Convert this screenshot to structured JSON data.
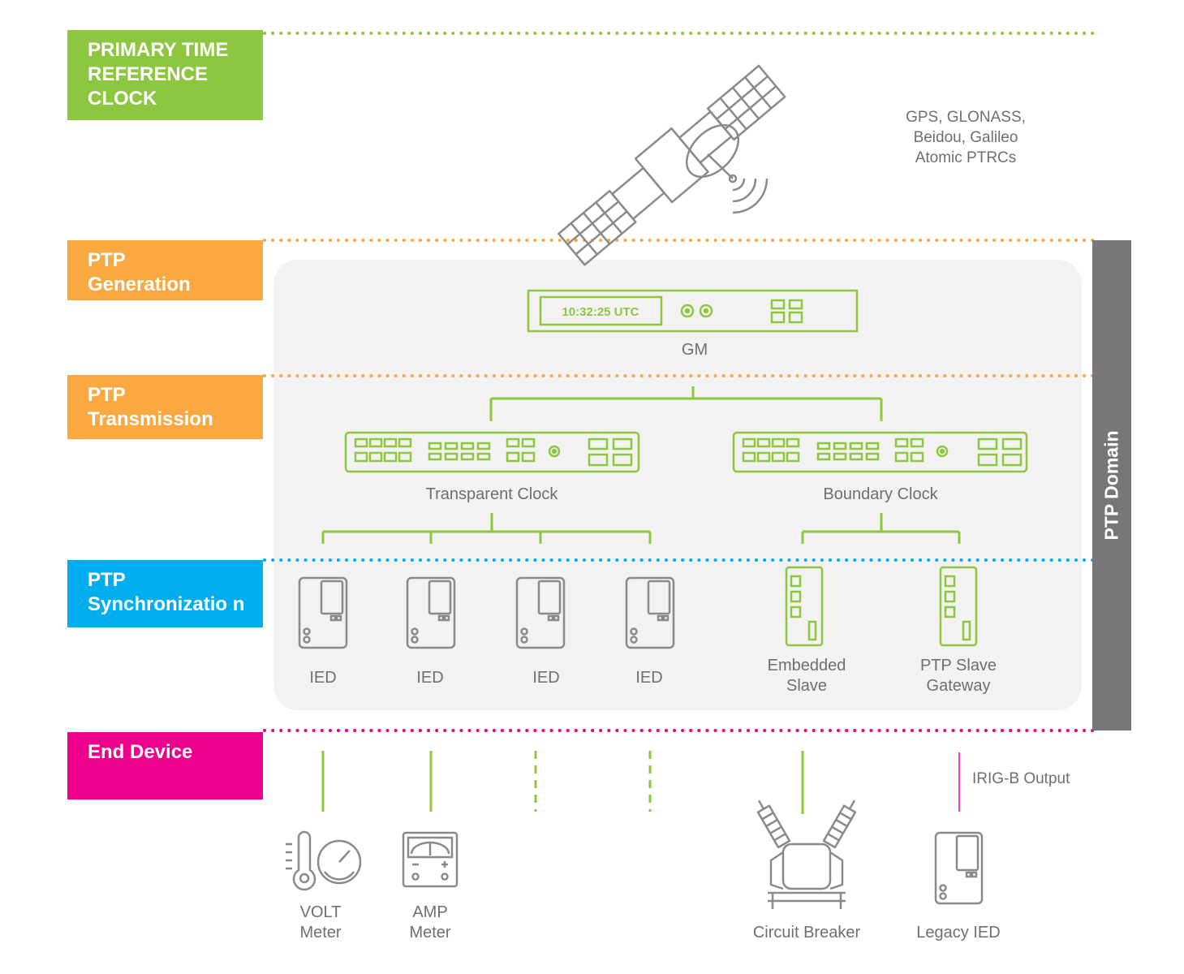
{
  "bands": {
    "primary": {
      "label": "PRIMARY TIME\nREFERENCE\nCLOCK",
      "color": "#8dc63f"
    },
    "generation": {
      "label": "PTP\nGeneration",
      "color": "#f9a940"
    },
    "transmission": {
      "label": "PTP\nTransmission",
      "color": "#f9a940"
    },
    "synchronization": {
      "label": "PTP\nSynchronizatio n",
      "color": "#00aeef"
    },
    "end_device": {
      "label": "End Device",
      "color": "#ec008c"
    }
  },
  "satellite": {
    "note": "GPS, GLONASS,\nBeidou, Galileo\nAtomic PTRCs"
  },
  "gm": {
    "display": "10:32:25 UTC",
    "label": "GM"
  },
  "clocks": {
    "transparent": "Transparent Clock",
    "boundary": "Boundary Clock"
  },
  "sync_devices": {
    "ied1": "IED",
    "ied2": "IED",
    "ied3": "IED",
    "ied4": "IED",
    "embedded_slave": "Embedded\nSlave",
    "ptp_slave_gateway": "PTP Slave\nGateway"
  },
  "end_devices": {
    "volt_meter": "VOLT\nMeter",
    "amp_meter": "AMP\nMeter",
    "circuit_breaker": "Circuit Breaker",
    "legacy_ied": "Legacy IED"
  },
  "irig_output": "IRIG-B Output",
  "ptp_domain": "PTP Domain",
  "colors": {
    "device_green": "#8dc63f",
    "icon_gray": "#8a8a8a",
    "panel_gray": "#f2f2f2",
    "domain_gray": "#77777a",
    "magenta": "#ec008c"
  }
}
